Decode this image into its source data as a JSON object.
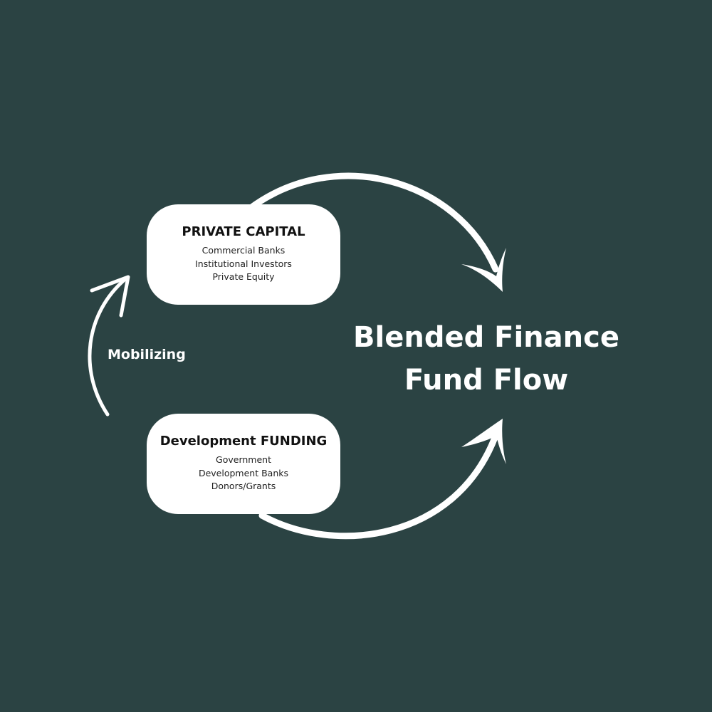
{
  "title": {
    "line1": "Blended Finance",
    "line2": "Fund Flow"
  },
  "private_capital": {
    "heading": "PRIVATE CAPITAL",
    "items": [
      "Commercial Banks",
      "Institutional Investors",
      "Private Equity"
    ]
  },
  "development_funding": {
    "heading": "Development FUNDING",
    "items": [
      "Government",
      "Development Banks",
      "Donors/Grants"
    ]
  },
  "mobilizing_label": "Mobilizing",
  "colors": {
    "background": "#2b4343",
    "box": "#ffffff",
    "arrow": "#ffffff"
  }
}
